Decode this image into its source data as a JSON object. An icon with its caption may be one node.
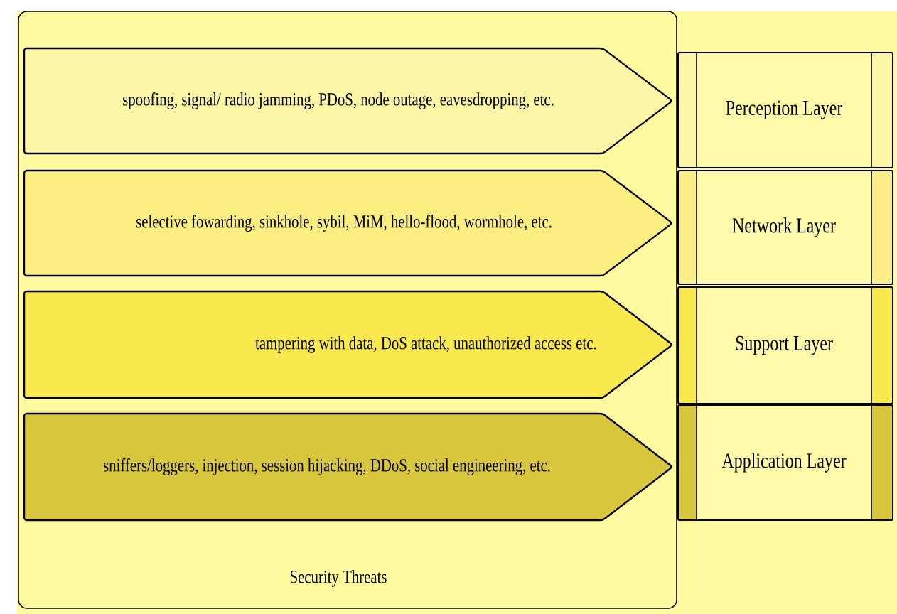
{
  "diagram": {
    "nodes": [
      {
        "text": [
          "Security Threats"
        ]
      },
      {
        "text": [
          "spoofing, signal/ radio jamming, PDoS, node outage, eavesdropping, etc."
        ],
        "in": 0
      },
      {
        "text": [
          "selective fowarding, sinkhole, sybil, MiM, hello-flood, wormhole, etc."
        ],
        "in": 0
      },
      {
        "text": [
          "tampering with data, DoS attack, unauthorized access etc."
        ],
        "in": 0
      },
      {
        "text": [
          "sniffers/loggers, injection, session hijacking, DDoS, social engineering, etc."
        ],
        "in": 0
      },
      {
        "text": [
          "Perception Layer"
        ]
      },
      {
        "text": [
          "Network Layer"
        ]
      },
      {
        "text": [
          "Support Layer"
        ]
      },
      {
        "text": [
          "Application Layer"
        ]
      }
    ]
  }
}
